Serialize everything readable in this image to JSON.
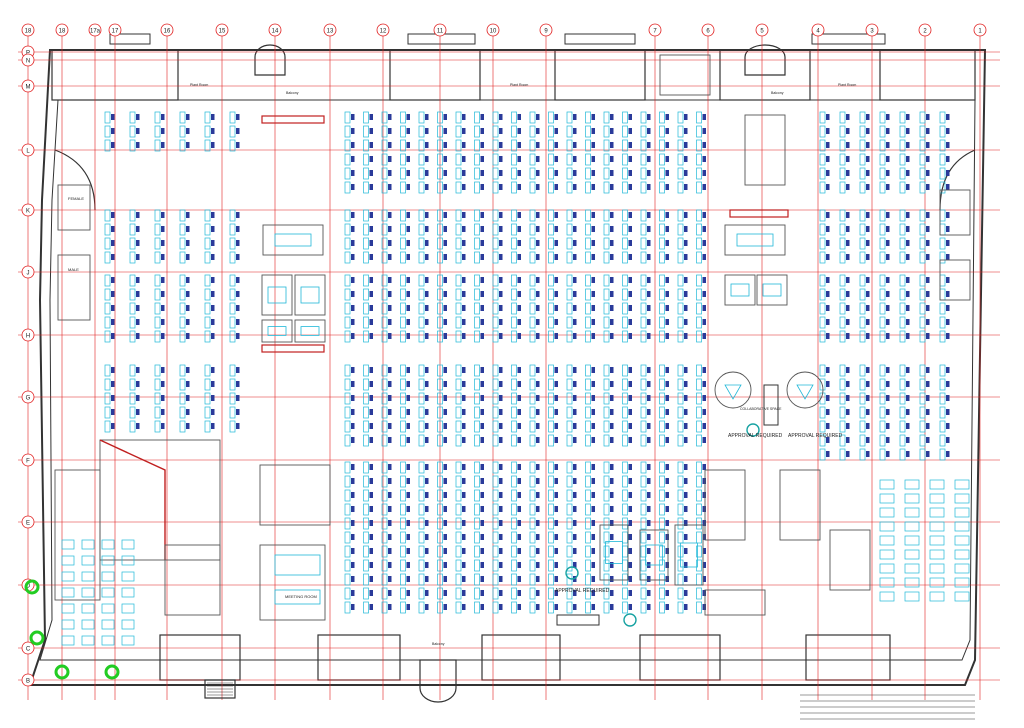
{
  "grid": {
    "columns": [
      "18",
      "18",
      "17a",
      "17",
      "16",
      "15",
      "14",
      "13",
      "12",
      "11",
      "10",
      "9",
      "7",
      "6",
      "5",
      "4",
      "3",
      "2",
      "1"
    ],
    "rows": [
      "P",
      "N",
      "M",
      "L",
      "K",
      "J",
      "H",
      "G",
      "F",
      "E",
      "D",
      "C",
      "B"
    ]
  },
  "labels": {
    "approval_a": "APPROVAL REQUIRED",
    "approval_b": "APPROVAL REQUIRED",
    "approval_c": "APPROVAL REQUIRED",
    "meeting_room": "MEETING ROOM",
    "collaborative_space": "COLLABORATIVE SPACE",
    "balcony": "Balcony",
    "plant_room": "Plant Room",
    "female": "FEMALE",
    "male": "MALE"
  },
  "colors": {
    "grid_line": "#e02020",
    "wall": "#333333",
    "desk": "#20b8d8",
    "chair": "#2a3a9a",
    "pantry": "#c02020",
    "marker": "#22cc22"
  }
}
